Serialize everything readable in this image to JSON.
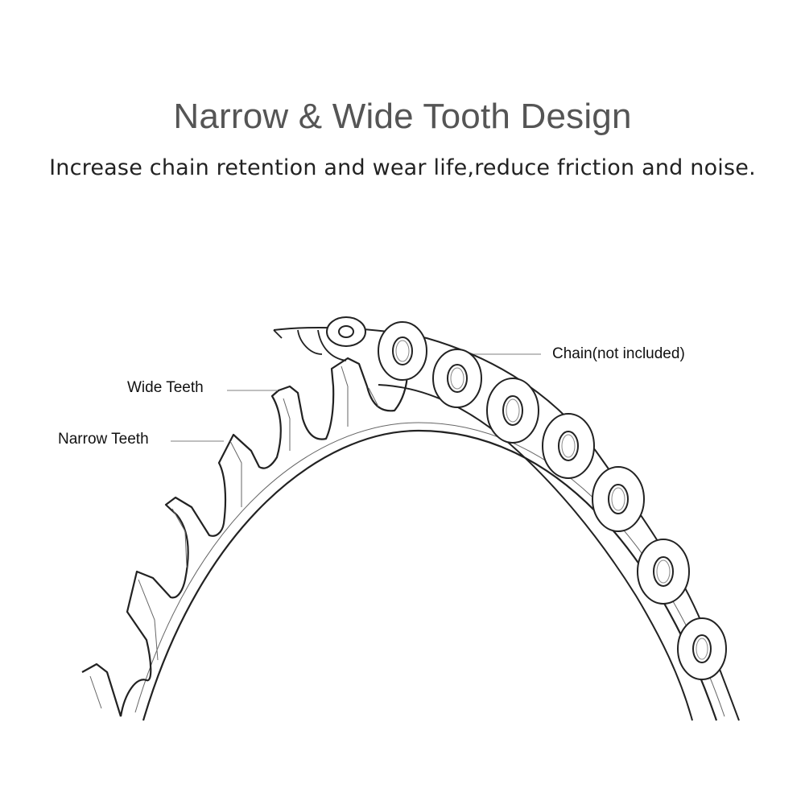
{
  "header": {
    "title": "Narrow & Wide Tooth Design",
    "subtitle": "Increase chain retention and wear life,reduce friction and noise."
  },
  "callouts": {
    "wide_teeth": "Wide Teeth",
    "narrow_teeth": "Narrow Teeth",
    "chain": "Chain(not included)"
  },
  "colors": {
    "title": "#555555",
    "text": "#222222",
    "line_art": "#222222",
    "leader_line": "#999999",
    "background": "#ffffff"
  }
}
